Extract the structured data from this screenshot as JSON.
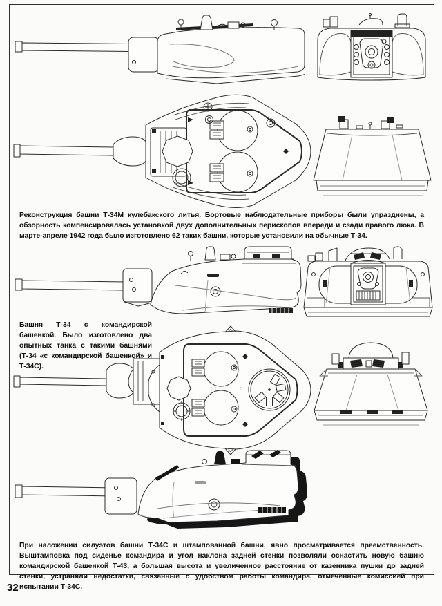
{
  "page": {
    "number": "32"
  },
  "captions": {
    "t34m_cast": "Реконструкция башни Т-34М кулебакского литья. Бортовые наблюдательные приборы были упразднены, а обзорность компенсировалась установкой двух дополнительных перископов впереди и сзади правого люка. В марте-апреле 1942 года было изготовлено 62 таких башни, которые установили на обычные Т-34.",
    "t34_cupola": "Башня Т-34 с командирской башенкой. Было изготовлено два опытных танка с такими башнями (Т-34 «с командирской башенкой» и Т-34С).",
    "t34s_overlay": "При наложении силуэтов башни Т-34С и штампованной башни, явно просматривается преемственность. Выштамповка под сиденье командира и угол наклона задней стенки позволяли оснастить новую башню командирской башенкой Т-43, а большая высота и увеличенное расстояние от казенника пушки до задней стенки, устраняли недостатки, связанные с удобством работы командира, отмеченные комиссией при испытании Т-34С."
  }
}
